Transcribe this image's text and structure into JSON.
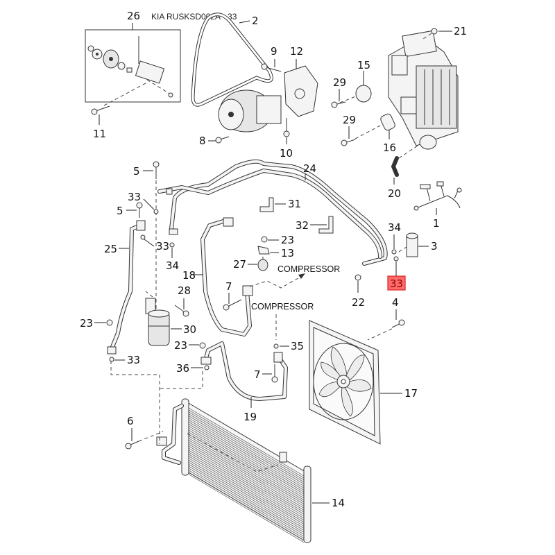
{
  "header": {
    "title": "KIA RUSKSD002A - 33"
  },
  "labels": {
    "compressor_1": "COMPRESSOR",
    "compressor_2": "COMPRESSOR"
  },
  "highlight": {
    "callout": "33",
    "fill": "#ff6b6b",
    "border": "#dd2222"
  },
  "callouts": {
    "c26": "26",
    "c2": "2",
    "c21": "21",
    "c9": "9",
    "c12": "12",
    "c15": "15",
    "c29a": "29",
    "c29b": "29",
    "c11": "11",
    "c8": "8",
    "c10": "10",
    "c16": "16",
    "c20": "20",
    "c1": "1",
    "c5a": "5",
    "c5b": "5",
    "c24": "24",
    "c33a": "33",
    "c33b": "33",
    "c33c": "33",
    "c31": "31",
    "c32": "32",
    "c34a": "34",
    "c34b": "34",
    "c3": "3",
    "c23a": "23",
    "c23b": "23",
    "c23c": "23",
    "c13": "13",
    "c27": "27",
    "c25": "25",
    "c18": "18",
    "c7a": "7",
    "c7b": "7",
    "c22": "22",
    "c4": "4",
    "c28": "28",
    "c30": "30",
    "c35": "35",
    "c36": "36",
    "c17": "17",
    "c19": "19",
    "c6": "6",
    "c14": "14"
  }
}
